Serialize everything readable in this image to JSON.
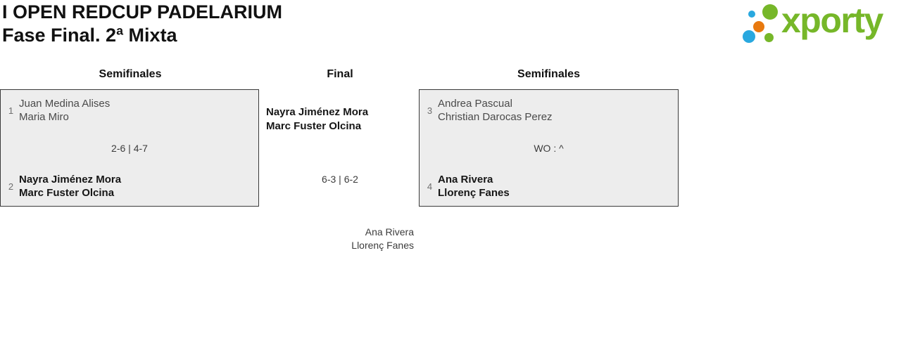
{
  "header": {
    "tournament": "I OPEN REDCUP PADELARIUM",
    "phase": "Fase Final. 2ª Mixta"
  },
  "logo": {
    "text": "xporty",
    "brand_green": "#76b729",
    "brand_blue": "#29a8df",
    "brand_orange": "#e8790f"
  },
  "bracket": {
    "rounds": [
      "Semifinales",
      "Final",
      "Semifinales"
    ],
    "semifinals": [
      {
        "score": "2-6 | 4-7",
        "teams": [
          {
            "seed": "1",
            "players": [
              "Juan Medina Alises",
              "Maria Miro"
            ],
            "winner": false
          },
          {
            "seed": "2",
            "players": [
              "Nayra Jiménez Mora",
              "Marc Fuster Olcina"
            ],
            "winner": true
          }
        ]
      },
      {
        "score": "WO : ^",
        "teams": [
          {
            "seed": "3",
            "players": [
              "Andrea Pascual",
              "Christian Darocas Perez"
            ],
            "winner": false
          },
          {
            "seed": "4",
            "players": [
              "Ana Rivera",
              "Llorenç Fanes"
            ],
            "winner": true
          }
        ]
      }
    ],
    "final": {
      "finalists": [
        "Nayra Jiménez Mora",
        "Marc Fuster Olcina"
      ],
      "score": "6-3 | 6-2",
      "winners": [
        "Ana Rivera",
        "Llorenç Fanes"
      ]
    }
  },
  "colors": {
    "box_background": "#ededed",
    "box_border": "#3a3a3a",
    "player_gray": "#4a4a4a",
    "winner_black": "#161616"
  }
}
